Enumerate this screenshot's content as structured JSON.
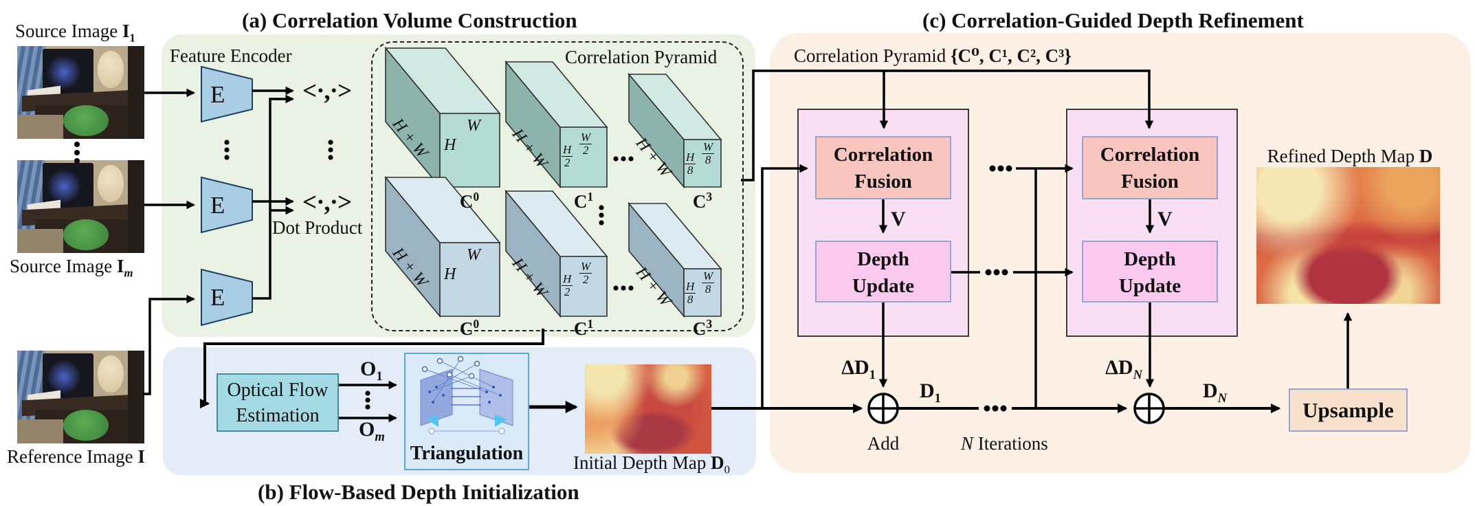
{
  "titles": {
    "a": "(a) Correlation Volume Construction",
    "b": "(b) Flow-Based Depth Initialization",
    "c": "(c) Correlation-Guided Depth Refinement"
  },
  "inputs": {
    "source1": {
      "pre": "Source Image ",
      "sym": "I",
      "sub": "1"
    },
    "sourceM": {
      "pre": "Source Image ",
      "sym": "I",
      "sub": "m"
    },
    "reference": {
      "pre": "Reference Image ",
      "sym": "I"
    }
  },
  "encoder": {
    "label": "Feature Encoder",
    "e": "E",
    "dot_op": "<·,·>",
    "dot_label": "Dot Product"
  },
  "pyramid": {
    "label": "Correlation Pyramid",
    "edge": "H + W",
    "c0": {
      "w": "W",
      "h": "H",
      "sym": "C",
      "sup": "0"
    },
    "c1": {
      "wn": "W",
      "wd": "2",
      "hn": "H",
      "hd": "2",
      "sym": "C",
      "sup": "1"
    },
    "c3": {
      "wn": "W",
      "wd": "8",
      "hn": "H",
      "hd": "8",
      "sym": "C",
      "sup": "3"
    }
  },
  "flow": {
    "optical1": "Optical Flow",
    "optical2": "Estimation",
    "o1": {
      "sym": "O",
      "sub": "1"
    },
    "om": {
      "sym": "O",
      "sub": "m"
    },
    "triangulation": "Triangulation",
    "initial": {
      "pre": "Initial Depth Map ",
      "sym": "D",
      "sub": "0"
    }
  },
  "refine": {
    "pyramid_pre": "Correlation Pyramid ",
    "pyramid_set": "{C⁰, C¹, C², C³}",
    "fusion1": "Correlation",
    "fusion2": "Fusion",
    "update1": "Depth",
    "update2": "Update",
    "v": "V",
    "dd1": {
      "sym": "ΔD",
      "sub": "1"
    },
    "ddn": {
      "sym": "ΔD",
      "sub": "N"
    },
    "d1": {
      "sym": "D",
      "sub": "1"
    },
    "dn": {
      "sym": "D",
      "sub": "N"
    },
    "add": "Add",
    "iter_n": "N",
    "iter_rest": " Iterations",
    "upsample": "Upsample",
    "refined": {
      "pre": "Refined Depth Map ",
      "sym": "D"
    }
  },
  "colors": {
    "panel_a": "#e9f2e3",
    "panel_b": "#e3ecf7",
    "panel_c": "#fdf1e6",
    "encoder_fill": "#a9cde5",
    "fusion_fill": "#f9c5bf",
    "update_fill": "#fbc9ee",
    "container_fill": "#f8dff4",
    "upsample_fill": "#f9e2cd",
    "optical_flow_fill": "#a3dae3",
    "triangulation_fill": "#daeaf9",
    "pyramid_row1_front": "#b5dcd4",
    "pyramid_row2_front": "#c2d8e5"
  }
}
